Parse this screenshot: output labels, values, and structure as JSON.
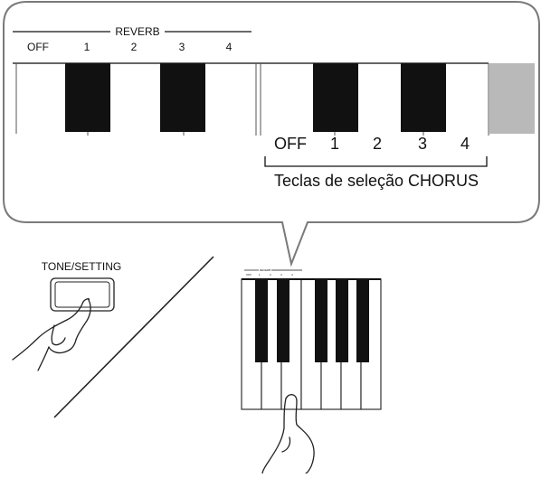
{
  "callout": {
    "reverb_group_label": "REVERB",
    "reverb_keys": [
      "OFF",
      "1",
      "2",
      "3",
      "4"
    ],
    "chorus_keys": [
      "OFF",
      "1",
      "2",
      "3",
      "4"
    ],
    "chorus_caption": "Teclas de seleção CHORUS"
  },
  "panel": {
    "button_label": "TONE/SETTING"
  },
  "mini_keyboard": {
    "group_label": "REVERB",
    "key_labels": [
      "OFF",
      "1",
      "2",
      "3",
      "4"
    ]
  },
  "colors": {
    "outline": "#777777",
    "black_key": "#111111",
    "gray_key": "#b9b9b9"
  }
}
